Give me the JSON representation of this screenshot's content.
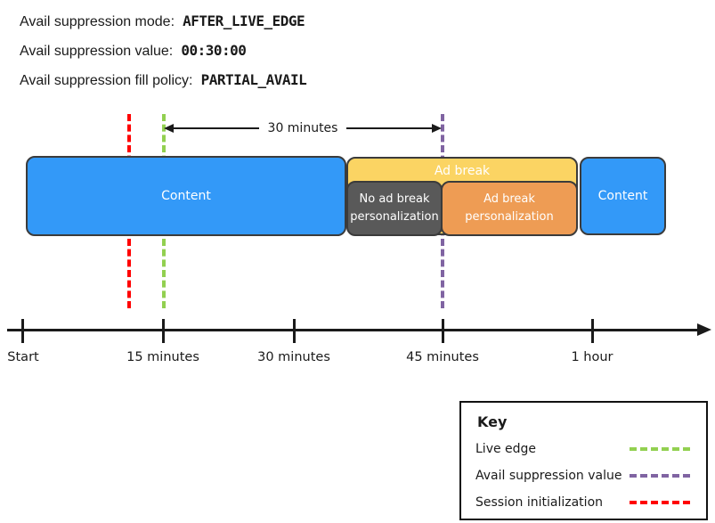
{
  "header": {
    "lines": [
      {
        "label": "Avail suppression mode:",
        "value": "AFTER_LIVE_EDGE"
      },
      {
        "label": "Avail suppression value:",
        "value": "00:30:00"
      },
      {
        "label": "Avail suppression fill policy:",
        "value": "PARTIAL_AVAIL"
      }
    ]
  },
  "diagram": {
    "duration_arrow_label": "30 minutes",
    "boxes": {
      "content_left": "Content",
      "ad_break": "Ad break",
      "no_ad_break_personalization": {
        "line1": "No ad break",
        "line2": "personalization"
      },
      "ad_break_personalization": {
        "line1": "Ad break",
        "line2": "personalization"
      },
      "content_right": "Content"
    },
    "colors": {
      "content": "#3399F8",
      "ad_break": "#FBD463",
      "no_ad_break_personalization": "#595959",
      "ad_break_personalization": "#EE9C54",
      "live_edge": "#92D050",
      "avail_suppression_value": "#8064A2",
      "session_initialization": "#FF0000"
    }
  },
  "timeline": {
    "ticks": [
      "Start",
      "15 minutes",
      "30 minutes",
      "45 minutes",
      "1 hour"
    ]
  },
  "key": {
    "title": "Key",
    "items": [
      {
        "label": "Live edge",
        "color": "#92D050"
      },
      {
        "label": "Avail suppression value",
        "color": "#8064A2"
      },
      {
        "label": "Session initialization",
        "color": "#FF0000"
      }
    ]
  }
}
